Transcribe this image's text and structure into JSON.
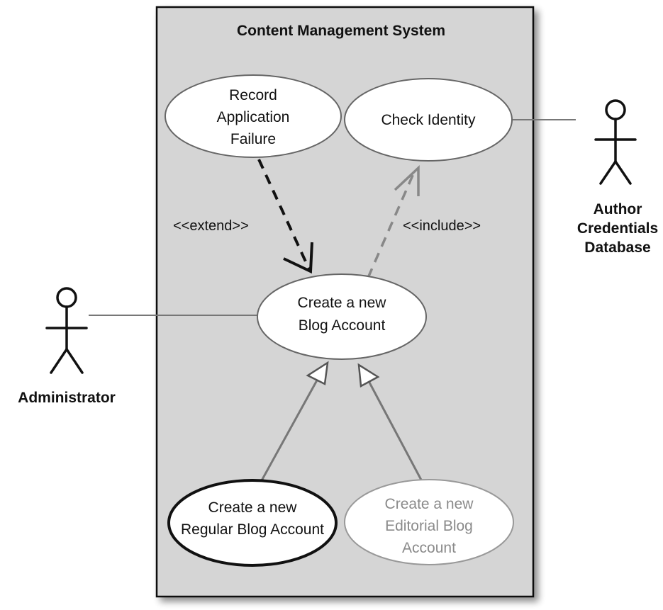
{
  "system": {
    "title": "Content Management System"
  },
  "use_cases": {
    "record_failure": [
      "Record",
      "Application",
      "Failure"
    ],
    "check_identity": [
      "Check Identity"
    ],
    "create_blog": [
      "Create a new",
      "Blog Account"
    ],
    "create_regular": [
      "Create a new",
      "Regular Blog Account"
    ],
    "create_editorial": [
      "Create a new",
      "Editorial Blog",
      "Account"
    ]
  },
  "actors": {
    "administrator": [
      "Administrator"
    ],
    "author_db": [
      "Author",
      "Credentials",
      "Database"
    ]
  },
  "relationships": {
    "extend": "<<extend>>",
    "include": "<<include>>"
  }
}
